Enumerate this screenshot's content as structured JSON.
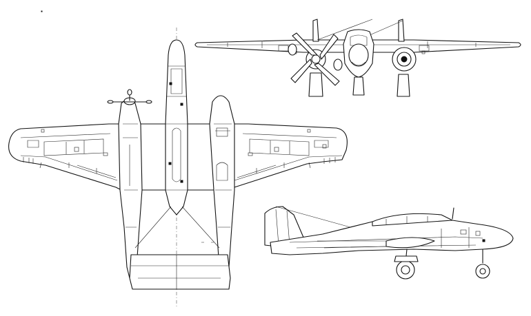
{
  "figure": {
    "views": [
      {
        "name": "plan-view"
      },
      {
        "name": "front-view"
      },
      {
        "name": "side-view"
      }
    ],
    "line_color": "#111111",
    "background": "#ffffff"
  }
}
